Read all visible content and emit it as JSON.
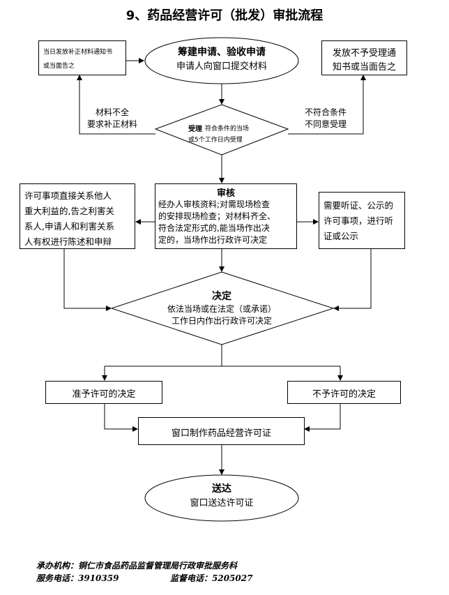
{
  "title": "9、药品经营许可（批发）审批流程",
  "nodes": {
    "supplement_notice": {
      "line1": "当日发放补正材料通知书",
      "line2": "或当面告之"
    },
    "apply": {
      "title": "筹建申请、验收申请",
      "subtitle": "申请人向窗口提交材料"
    },
    "reject_notice": {
      "line1": "发放不予受理通",
      "line2": "知书或当面告之"
    },
    "accept": {
      "title": "受理",
      "line1": "符合条件的当场",
      "line2": "或5个工作日内受理"
    },
    "incomplete_label": {
      "line1": "材料不全",
      "line2": "要求补正材料"
    },
    "nonconform_label": {
      "line1": "不符合条件",
      "line2": "不同意受理"
    },
    "review": {
      "title": "审核",
      "line1": "经办人审核资料;对需现场检查",
      "line2": "的安排现场检查；对材料齐全、",
      "line3": "符合法定形式的,能当场作出决",
      "line4": "定的，当场作出行政许可决定"
    },
    "interest_notice": {
      "line1": "许可事项直接关系他人",
      "line2": "重大利益的,告之利害关",
      "line3": "系人,申请人和利害关系",
      "line4": "人有权进行陈述和申辩"
    },
    "hearing": {
      "line1": "需要听证、公示的",
      "line2": "许可事项，进行听",
      "line3": "证或公示"
    },
    "decision": {
      "title": "决定",
      "line1": "依法当场或在法定（或承诺）",
      "line2": "工作日内作出行政许可决定"
    },
    "approve": {
      "label": "准予许可的决定"
    },
    "deny": {
      "label": "不予许可的决定"
    },
    "make_cert": {
      "label": "窗口制作药品经营许可证"
    },
    "deliver": {
      "title": "送达",
      "subtitle": "窗口送达许可证"
    }
  },
  "footer": {
    "org": "承办机构：铜仁市食品药品监督管理局行政审批服务科",
    "service_phone": "服务电话：3910359",
    "supervise_phone": "监督电话：5205027"
  }
}
